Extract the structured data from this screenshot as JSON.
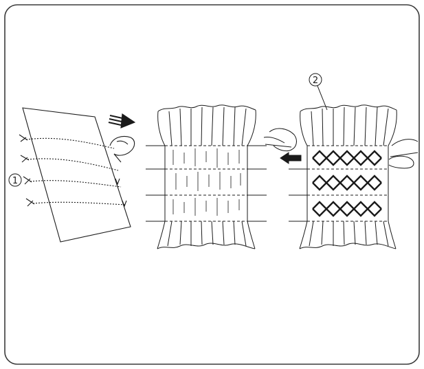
{
  "markers": {
    "one": "1",
    "two": "2"
  },
  "colors": {
    "ink": "#1a1a1a",
    "border": "#3a3a3a",
    "background": "#ffffff"
  },
  "panels": {
    "left": {
      "stitch_rows": 4
    },
    "middle": {
      "gather_lines": 4
    },
    "right": {
      "smocking_bands": 3,
      "diamonds_per_band": 5
    }
  },
  "icons": [
    "hand-icon",
    "arrow-right-icon",
    "arrow-left-icon",
    "thread-icon"
  ]
}
